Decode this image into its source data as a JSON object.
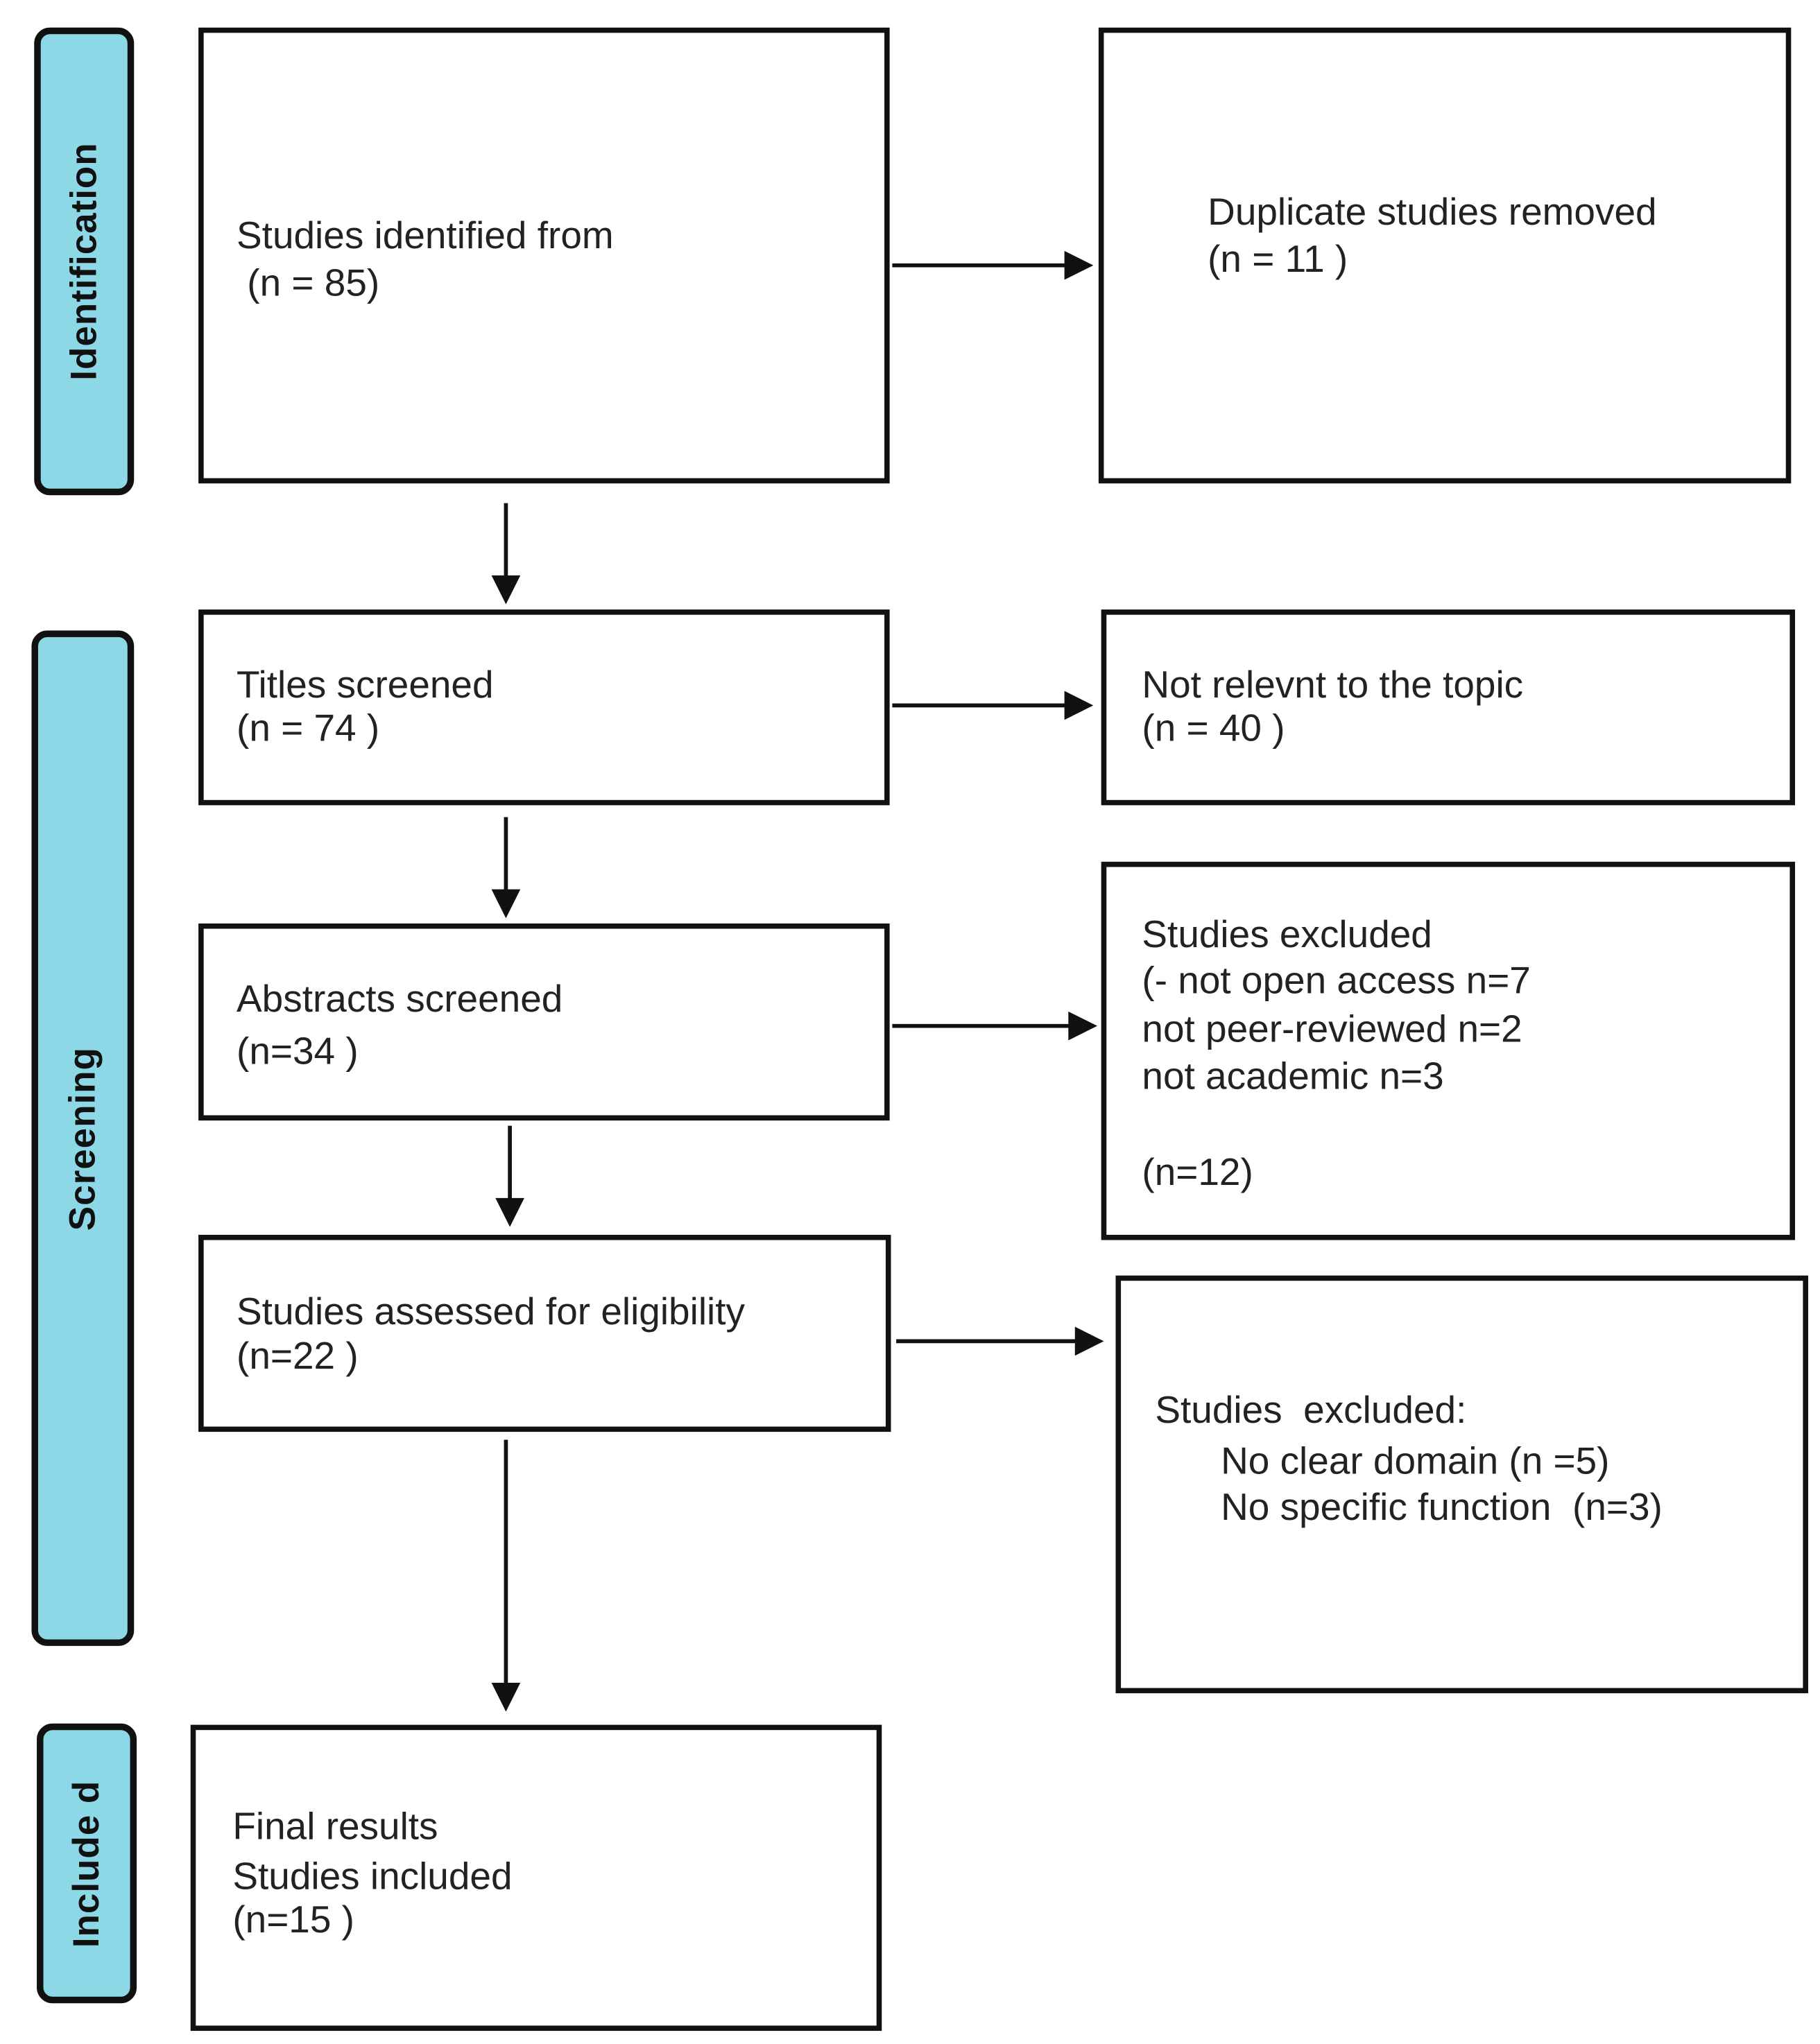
{
  "phases": {
    "identification": "Identification",
    "screening": "Screening",
    "included": "Include d"
  },
  "identified": {
    "line1": "Studies identified from",
    "line2": " (n = 85)"
  },
  "duplicates": {
    "line1": "Duplicate studies removed",
    "line2": "(n = 11 )"
  },
  "titles": {
    "line1": "Titles screened",
    "line2": "(n = 74 )"
  },
  "not_relevant": {
    "line1": "Not relevnt to the topic",
    "line2": "(n = 40 )"
  },
  "abstracts": {
    "line1": "Abstracts screened",
    "line2": "(n=34 )"
  },
  "excluded_abstracts": {
    "line1": "Studies excluded",
    "line2": "(- not open access n=7",
    "line3": "not peer-reviewed n=2",
    "line4": "not academic n=3",
    "line5": "(n=12)"
  },
  "eligibility": {
    "line1": "Studies assessed for eligibility",
    "line2": "(n=22 )"
  },
  "excluded_eligibility": {
    "line1": "Studies  excluded:",
    "line2": "No clear domain (n =5)",
    "line3": "No specific function  (n=3)"
  },
  "included": {
    "line1": "Final results",
    "line2": "Studies included",
    "line3": "(n=15 )"
  },
  "colors": {
    "phase_fill": "#8dd8e6",
    "border": "#111111",
    "text": "#222222"
  }
}
